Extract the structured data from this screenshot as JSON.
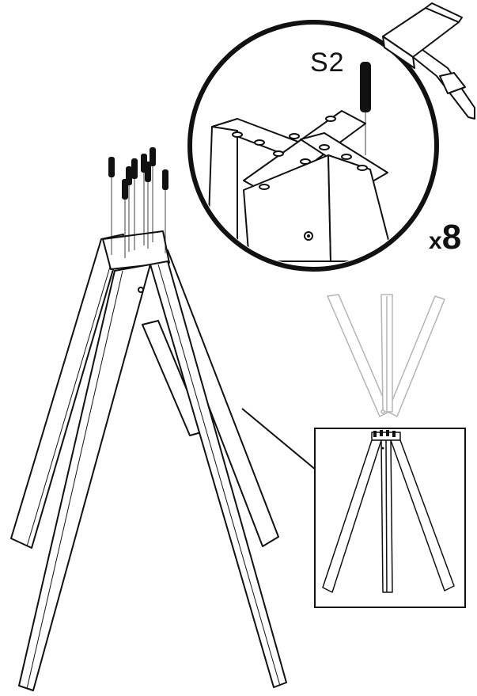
{
  "detail": {
    "part_label": "S2",
    "quantity_prefix": "x",
    "quantity_value": "8"
  },
  "colors": {
    "line": "#111111",
    "faded": "#b5b5b5",
    "peg": "#111111"
  },
  "icons": [
    "hammer-icon",
    "wooden-peg-icon"
  ]
}
